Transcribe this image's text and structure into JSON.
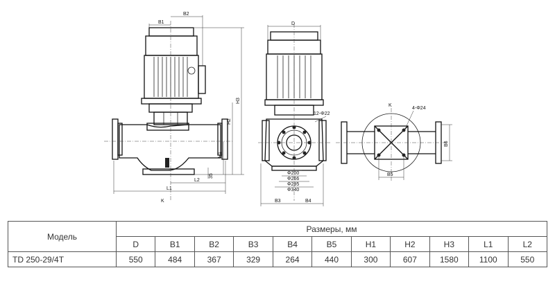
{
  "drawing": {
    "side_labels": {
      "b1": "B1",
      "b2": "B2",
      "h3": "H3",
      "h2": "H2",
      "h1": "H1",
      "l2": "L2",
      "l1": "L1",
      "k": "K",
      "dim35": "35"
    },
    "front_labels": {
      "d": "D",
      "holes": "12-Φ22",
      "d200": "Φ200",
      "d266": "Φ266",
      "d295": "Φ295",
      "d340": "Φ340",
      "b3": "B3",
      "b4": "B4"
    },
    "top_labels": {
      "k": "K",
      "holes": "4-Φ24",
      "b6": "B6",
      "b5": "B5"
    }
  },
  "table": {
    "model_header": "Модель",
    "group_header": "Размеры, мм",
    "columns": [
      "D",
      "B1",
      "B2",
      "B3",
      "B4",
      "B5",
      "H1",
      "H2",
      "H3",
      "L1",
      "L2"
    ],
    "model": "TD 250-29/4T",
    "values": [
      "550",
      "484",
      "367",
      "329",
      "264",
      "440",
      "300",
      "607",
      "1580",
      "1100",
      "550"
    ]
  }
}
